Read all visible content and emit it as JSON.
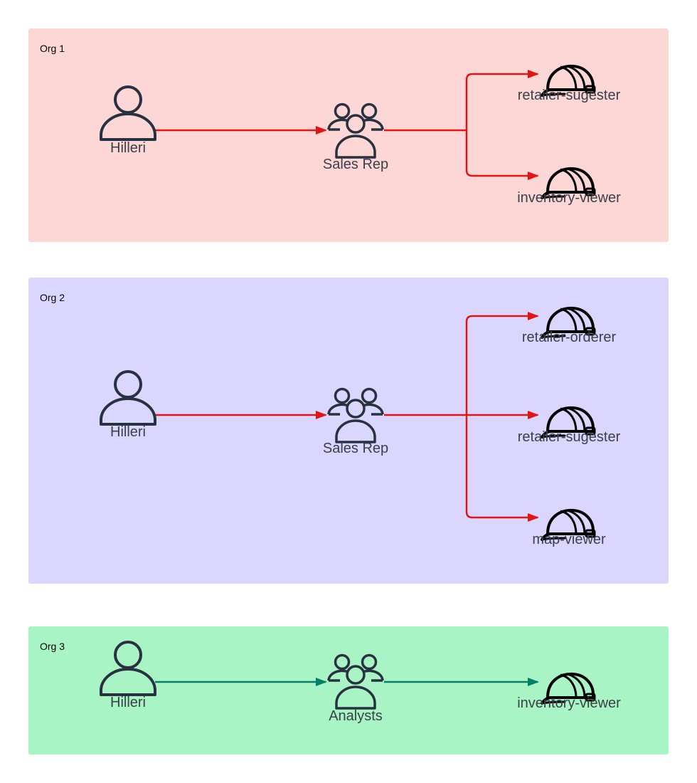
{
  "colors": {
    "org1_bg": "#fdd6d6",
    "org2_bg": "#dad6fd",
    "org3_bg": "#a9f4c4",
    "red_arrow": "#e01616",
    "green_arrow": "#03806a",
    "icon_stroke": "#283140",
    "hat_stroke": "#000000",
    "label_text": "#3a414a"
  },
  "orgs": [
    {
      "label": "Org 1",
      "user": {
        "label": "Hilleri",
        "icon": "user-icon"
      },
      "group": {
        "label": "Sales Rep",
        "icon": "user-group-icon"
      },
      "roles": [
        {
          "label": "retailer-sugester",
          "icon": "hard-hat-icon"
        },
        {
          "label": "inventory-viewer",
          "icon": "hard-hat-icon"
        }
      ]
    },
    {
      "label": "Org 2",
      "user": {
        "label": "Hilleri",
        "icon": "user-icon"
      },
      "group": {
        "label": "Sales Rep",
        "icon": "user-group-icon"
      },
      "roles": [
        {
          "label": "retailer-orderer",
          "icon": "hard-hat-icon"
        },
        {
          "label": "retailer-sugester",
          "icon": "hard-hat-icon"
        },
        {
          "label": "map-viewer",
          "icon": "hard-hat-icon"
        }
      ]
    },
    {
      "label": "Org 3",
      "user": {
        "label": "Hilleri",
        "icon": "user-icon"
      },
      "group": {
        "label": "Analysts",
        "icon": "user-group-icon"
      },
      "roles": [
        {
          "label": "inventory-viewer",
          "icon": "hard-hat-icon"
        }
      ]
    }
  ]
}
